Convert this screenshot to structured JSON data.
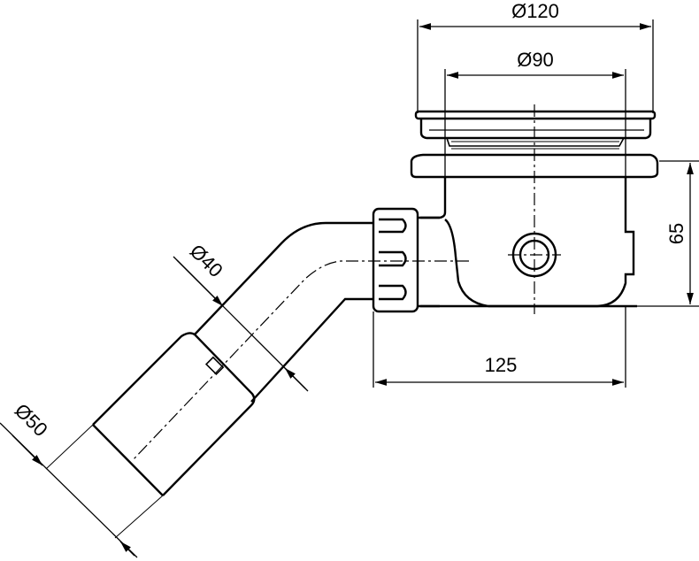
{
  "drawing": {
    "subject": "Shower drain trap (technical dimension drawing)",
    "stroke_color": "#000000",
    "background_color": "#ffffff"
  },
  "dimensions": {
    "outer_diameter": "Ø120",
    "inner_diameter": "Ø90",
    "height": "65",
    "length": "125",
    "pipe_diameter": "Ø40",
    "outlet_diameter": "Ø50"
  }
}
